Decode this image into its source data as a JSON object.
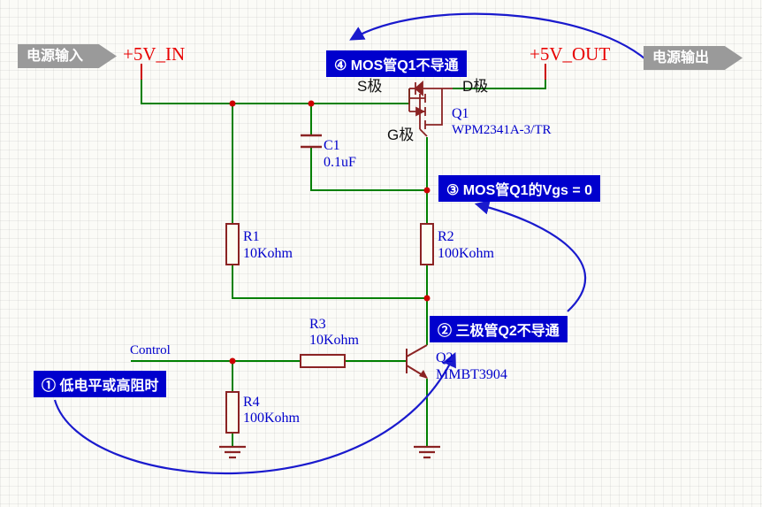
{
  "banners": {
    "input": "电源输入",
    "output": "电源输出"
  },
  "nets": {
    "vin": "+5V_IN",
    "vout": "+5V_OUT",
    "control": "Control"
  },
  "mosfet": {
    "designator": "Q1",
    "part": "WPM2341A-3/TR",
    "s_label": "S极",
    "d_label": "D极",
    "g_label": "G极"
  },
  "q2": {
    "designator": "Q2",
    "part": "MMBT3904"
  },
  "c1": {
    "designator": "C1",
    "value": "0.1uF"
  },
  "r1": {
    "designator": "R1",
    "value": "10Kohm"
  },
  "r2": {
    "designator": "R2",
    "value": "100Kohm"
  },
  "r3": {
    "designator": "R3",
    "value": "10Kohm"
  },
  "r4": {
    "designator": "R4",
    "value": "100Kohm"
  },
  "annotations": {
    "step1": "① 低电平或高阻时",
    "step2": "② 三极管Q2不导通",
    "step3": "③ MOS管Q1的Vgs = 0",
    "step4": "④ MOS管Q1不导通"
  },
  "colors": {
    "wire_green": "#008000",
    "symbol_maroon": "#8b2323",
    "junction_red": "#cc0000",
    "net_red": "#e80000",
    "label_blue": "#0000cc",
    "annotation_blue": "#0000cd",
    "arrow_blue": "#1a1acd",
    "banner_gray": "#9a9a9a"
  }
}
